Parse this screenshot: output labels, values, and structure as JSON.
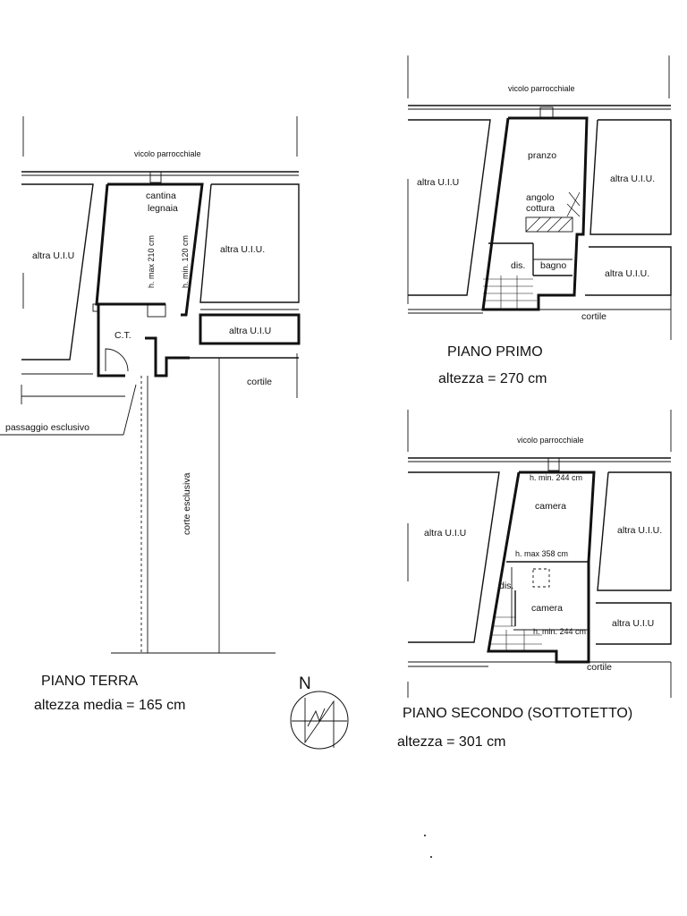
{
  "ground_floor": {
    "title": "PIANO TERRA",
    "height_note": "altezza media = 165 cm",
    "street_label": "vicolo parrocchiale",
    "other_unit_left": "altra U.I.U",
    "other_unit_right": "altra U.I.U.",
    "other_unit_small": "altra U.I.U",
    "cellar_label": "cantina",
    "woodshed_label": "legnaia",
    "height_max": "h. max 210 cm",
    "height_min": "h. min. 120 cm",
    "boiler_label": "C.T.",
    "courtyard_label": "cortile",
    "passage_label": "passaggio esclusivo",
    "exclusive_court_label": "corte esclusiva"
  },
  "first_floor": {
    "title": "PIANO PRIMO",
    "height_note": "altezza = 270 cm",
    "street_label": "vicolo parrocchiale",
    "other_unit_left": "altra U.I.U",
    "other_unit_right": "altra U.I.U.",
    "other_unit_lower": "altra U.I.U.",
    "dining_label": "pranzo",
    "kitchen_label_1": "angolo",
    "kitchen_label_2": "cottura",
    "hall_label": "dis.",
    "bath_label": "bagno",
    "courtyard_label": "cortile"
  },
  "second_floor": {
    "title": "PIANO SECONDO (SOTTOTETTO)",
    "height_note": "altezza = 301 cm",
    "street_label": "vicolo parrocchiale",
    "other_unit_left": "altra U.I.U",
    "other_unit_right": "altra U.I.U.",
    "other_unit_lower": "altra U.I.U",
    "room_upper": "camera",
    "room_lower": "camera",
    "hall_label": "dis.",
    "height_min_top": "h. min. 244 cm",
    "height_max": "h. max 358 cm",
    "height_min_bottom": "h. min. 244 cm",
    "courtyard_label": "cortile"
  },
  "compass": {
    "north_label": "N",
    "icon": "north-arrow-icon"
  }
}
